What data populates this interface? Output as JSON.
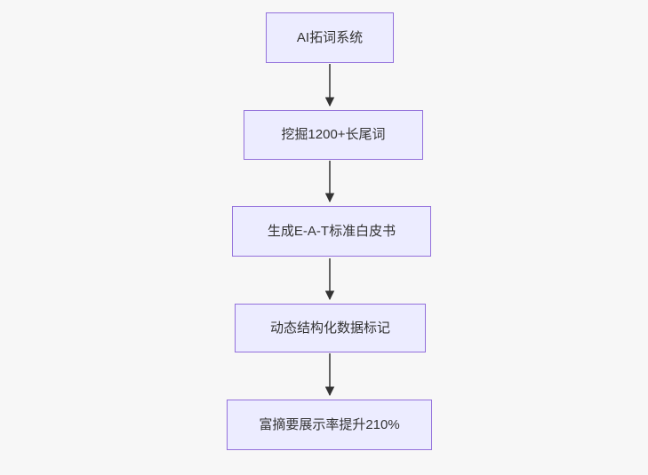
{
  "diagram": {
    "type": "flowchart-top-down",
    "nodes": [
      {
        "id": "step-1",
        "label": "AI拓词系统"
      },
      {
        "id": "step-2",
        "label": "挖掘1200+长尾词"
      },
      {
        "id": "step-3",
        "label": "生成E-A-T标准白皮书"
      },
      {
        "id": "step-4",
        "label": "动态结构化数据标记"
      },
      {
        "id": "step-5",
        "label": "富摘要展示率提升210%"
      }
    ],
    "edges": [
      {
        "from": "step-1",
        "to": "step-2",
        "style": "arrow-down"
      },
      {
        "from": "step-2",
        "to": "step-3",
        "style": "arrow-down"
      },
      {
        "from": "step-3",
        "to": "step-4",
        "style": "arrow-down"
      },
      {
        "from": "step-4",
        "to": "step-5",
        "style": "arrow-down"
      }
    ],
    "colors": {
      "background": "#f7f7f7",
      "node_fill": "#ececff",
      "node_border": "#9370db",
      "node_text": "#333333",
      "arrow": "#333333"
    }
  }
}
